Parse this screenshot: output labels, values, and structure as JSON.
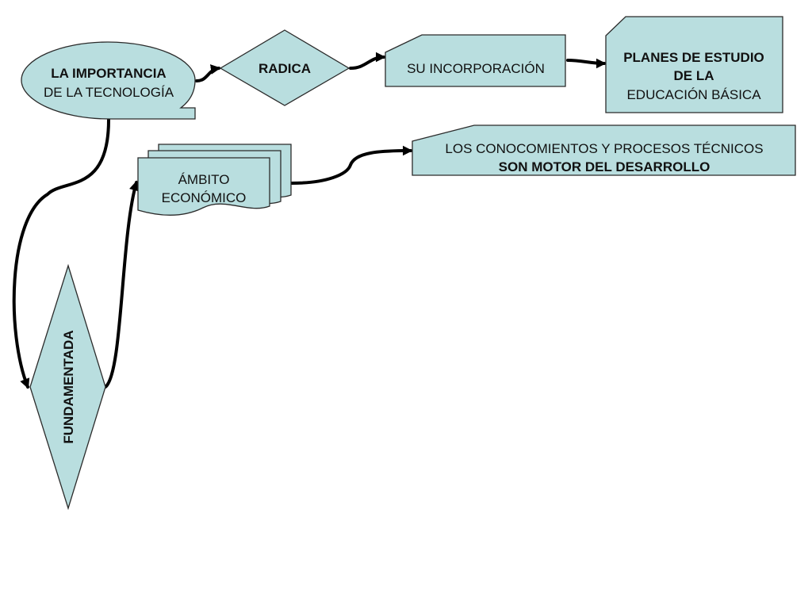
{
  "diagram": {
    "nodes": {
      "importancia": {
        "lines": [
          "LA IMPORTANCIA",
          "DE LA TECNOLOGÍA"
        ]
      },
      "radica": {
        "lines": [
          "RADICA"
        ]
      },
      "incorporacion": {
        "lines": [
          "SU INCORPORACIÓN"
        ]
      },
      "planes": {
        "lines": [
          "PLANES DE ESTUDIO",
          "DE LA",
          "EDUCACIÓN BÁSICA"
        ]
      },
      "ambito": {
        "lines": [
          "ÁMBITO",
          "ECONÓMICO"
        ]
      },
      "conocimientos": {
        "lines": [
          "LOS CONOCOMIENTOS Y PROCESOS TÉCNICOS",
          "SON MOTOR DEL DESARROLLO"
        ]
      },
      "fundamentada": {
        "lines": [
          "FUNDAMENTADA"
        ]
      }
    },
    "edges": [
      {
        "from": "importancia",
        "to": "radica"
      },
      {
        "from": "radica",
        "to": "incorporacion"
      },
      {
        "from": "incorporacion",
        "to": "planes"
      },
      {
        "from": "importancia",
        "to": "fundamentada"
      },
      {
        "from": "fundamentada",
        "to": "ambito"
      },
      {
        "from": "ambito",
        "to": "conocimientos"
      }
    ]
  }
}
